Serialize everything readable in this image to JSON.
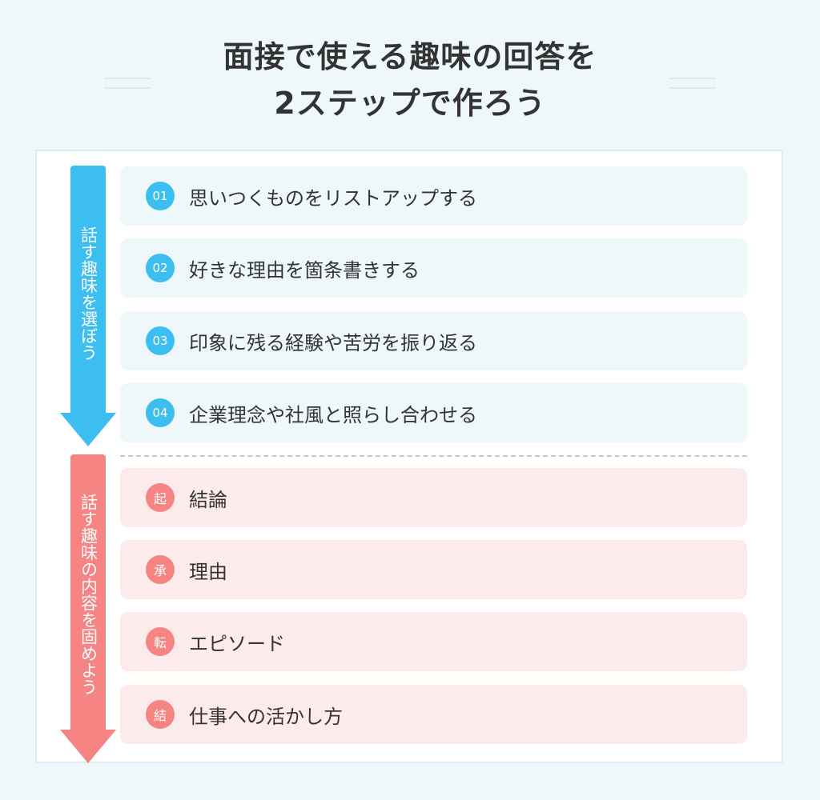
{
  "title": {
    "line1": "面接で使える趣味の回答を",
    "line2": "2ステップで作ろう"
  },
  "step1": {
    "arrow_label": "話す趣味を選ぼう",
    "items": [
      {
        "badge": "01",
        "text": "思いつくものをリストアップする"
      },
      {
        "badge": "02",
        "text": "好きな理由を箇条書きする"
      },
      {
        "badge": "03",
        "text": "印象に残る経験や苦労を振り返る"
      },
      {
        "badge": "04",
        "text": "企業理念や社風と照らし合わせる"
      }
    ]
  },
  "step2": {
    "arrow_label": "話す趣味の内容を固めよう",
    "items": [
      {
        "badge": "起",
        "text": "結論"
      },
      {
        "badge": "承",
        "text": "理由"
      },
      {
        "badge": "転",
        "text": "エピソード"
      },
      {
        "badge": "結",
        "text": "仕事への活かし方"
      }
    ]
  },
  "colors": {
    "blue": "#3cbff0",
    "red": "#f58482",
    "blue_bg": "#eef8fa",
    "red_bg": "#fdeaea"
  }
}
